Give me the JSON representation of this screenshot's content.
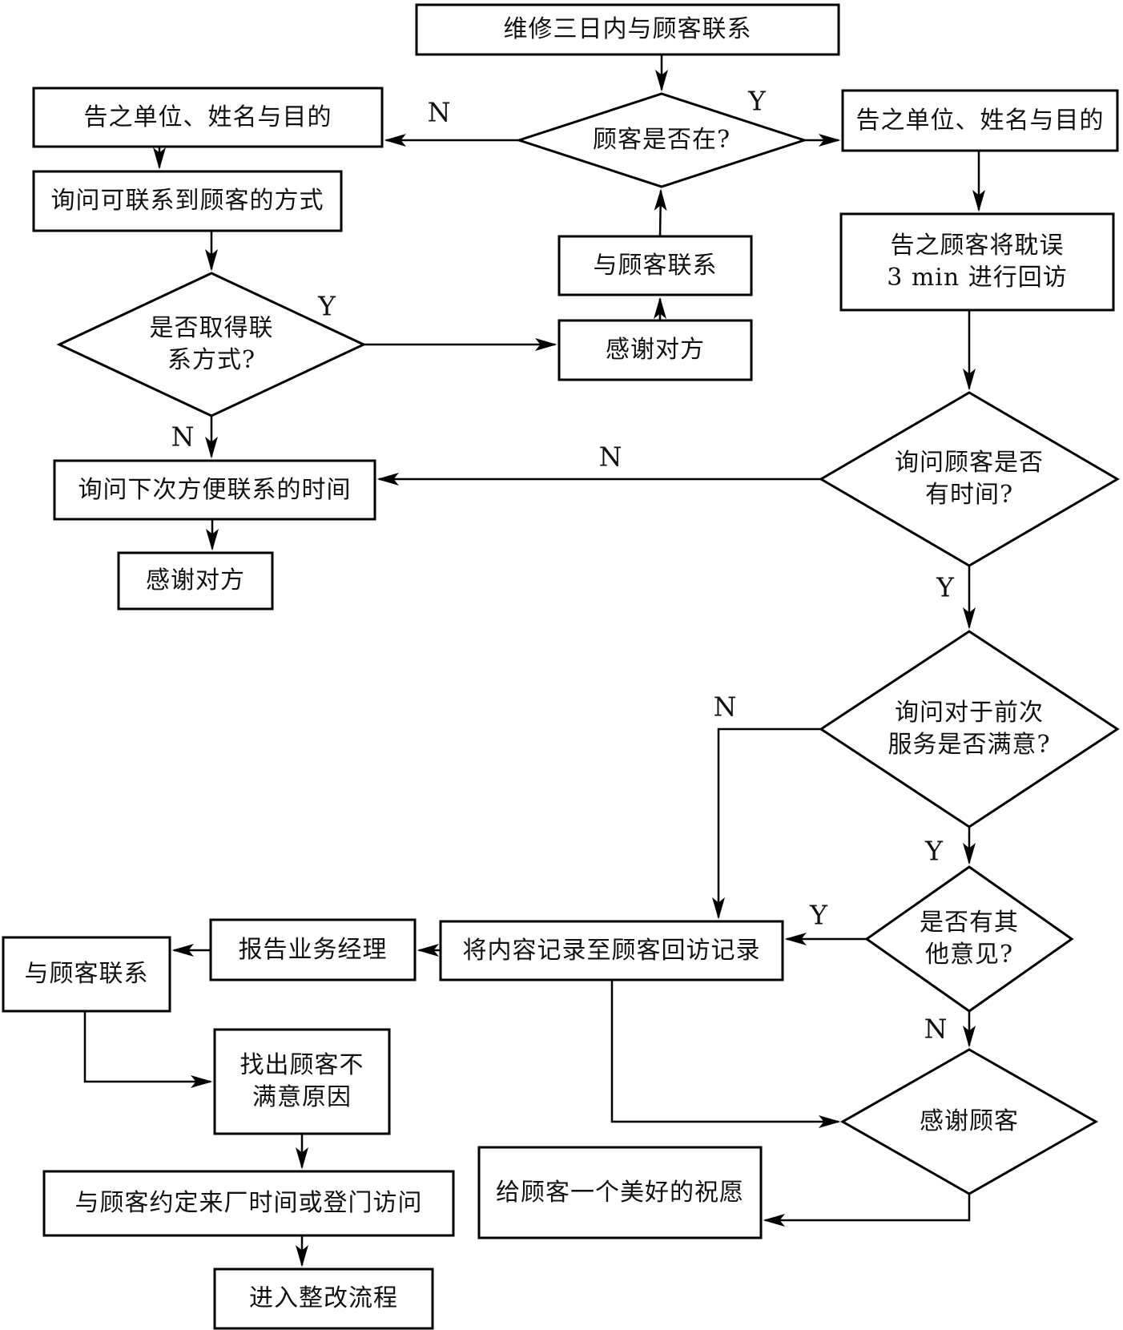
{
  "figure": {
    "type": "flowchart",
    "language": "zh-CN"
  },
  "colors": {
    "line": "#000000",
    "background": "#ffffff",
    "text": "#111111"
  },
  "nodes": {
    "start": {
      "shape": "rect",
      "label": "维修三日内与顾客联系"
    },
    "is_customer_present": {
      "shape": "diamond",
      "label": "顾客是否在?"
    },
    "tell_identity_left": {
      "shape": "rect",
      "label": "告之单位、姓名与目的"
    },
    "ask_contact_method": {
      "shape": "rect",
      "label": "询问可联系到顾客的方式"
    },
    "got_contact_method": {
      "shape": "diamond",
      "label": "是否取得联\n系方式?"
    },
    "thank_party_mid": {
      "shape": "rect",
      "label": "感谢对方"
    },
    "contact_customer_mid": {
      "shape": "rect",
      "label": "与顾客联系"
    },
    "tell_identity_right": {
      "shape": "rect",
      "label": "告之单位、姓名与目的"
    },
    "tell_delay_3min": {
      "shape": "rect",
      "label": "告之顾客将耽误\n3 min 进行回访"
    },
    "ask_has_time": {
      "shape": "diamond",
      "label": "询问顾客是否\n有时间?"
    },
    "ask_next_contact_time": {
      "shape": "rect",
      "label": "询问下次方便联系的时间"
    },
    "thank_party_left": {
      "shape": "rect",
      "label": "感谢对方"
    },
    "ask_satisfaction": {
      "shape": "diamond",
      "label": "询问对于前次\n服务是否满意?"
    },
    "record_to_log": {
      "shape": "rect",
      "label": "将内容记录至顾客回访记录"
    },
    "any_other_opinion": {
      "shape": "diamond",
      "label": "是否有其\n他意见?"
    },
    "report_manager": {
      "shape": "rect",
      "label": "报告业务经理"
    },
    "contact_customer_left": {
      "shape": "rect",
      "label": "与顾客联系"
    },
    "find_dissatisfaction_reason": {
      "shape": "rect",
      "label": "找出顾客不\n满意原因"
    },
    "arrange_visit": {
      "shape": "rect",
      "label": "与顾客约定来厂时间或登门访问"
    },
    "enter_rectification": {
      "shape": "rect",
      "label": "进入整改流程"
    },
    "thank_customer": {
      "shape": "diamond",
      "label": "感谢顾客"
    },
    "good_wish": {
      "shape": "rect",
      "label": "给顾客一个美好的祝愿"
    }
  },
  "edge_labels": {
    "present_no": "N",
    "present_yes": "Y",
    "got_method_yes": "Y",
    "got_method_no": "N",
    "has_time_no": "N",
    "has_time_yes": "Y",
    "satisfaction_no": "N",
    "satisfaction_yes": "Y",
    "opinion_yes": "Y",
    "opinion_no": "N"
  }
}
